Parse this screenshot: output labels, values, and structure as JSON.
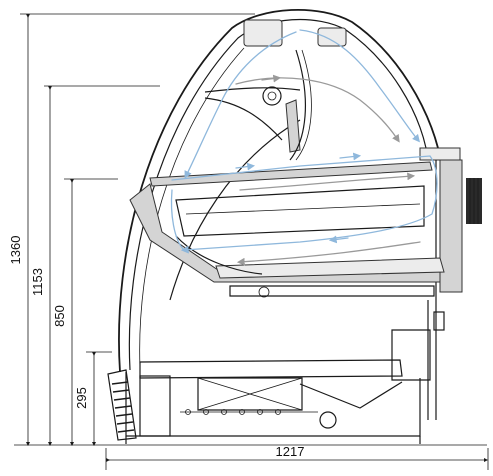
{
  "dimensions": {
    "height_total": "1360",
    "height_2": "1153",
    "height_3": "850",
    "height_4": "295",
    "width": "1217"
  },
  "colors": {
    "line": "#1a1a1a",
    "cold_air": "#8fb8dc",
    "return_air": "#9a9a9a",
    "panel": "#d4d4d4"
  }
}
